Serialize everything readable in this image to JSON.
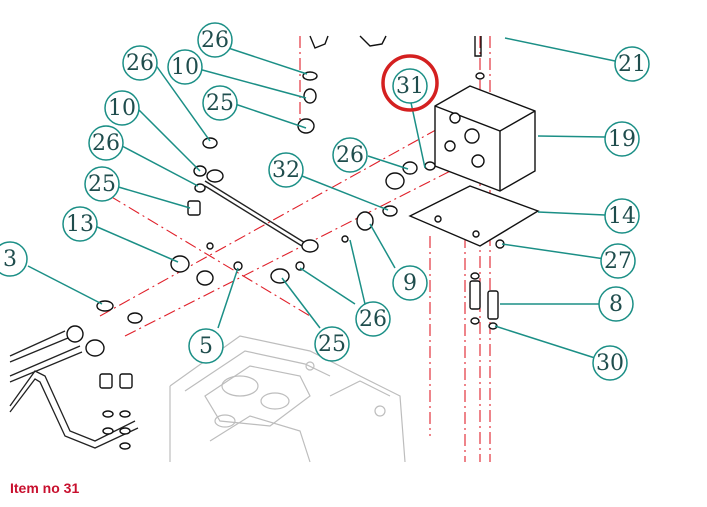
{
  "caption": "Item no 31",
  "highlight_color": "#d42020",
  "leader_color": "#1b8f86",
  "centerline_color": "#e0202a",
  "callouts": [
    {
      "id": "c-26-top",
      "label": "26"
    },
    {
      "id": "c-26-a",
      "label": "26"
    },
    {
      "id": "c-10-a",
      "label": "10"
    },
    {
      "id": "c-10-b",
      "label": "10"
    },
    {
      "id": "c-25-a",
      "label": "25"
    },
    {
      "id": "c-26-b",
      "label": "26"
    },
    {
      "id": "c-25-b",
      "label": "25"
    },
    {
      "id": "c-13",
      "label": "13"
    },
    {
      "id": "c-3",
      "label": "3"
    },
    {
      "id": "c-31",
      "label": "31"
    },
    {
      "id": "c-21",
      "label": "21"
    },
    {
      "id": "c-19",
      "label": "19"
    },
    {
      "id": "c-26-c",
      "label": "26"
    },
    {
      "id": "c-32",
      "label": "32"
    },
    {
      "id": "c-14",
      "label": "14"
    },
    {
      "id": "c-27",
      "label": "27"
    },
    {
      "id": "c-9",
      "label": "9"
    },
    {
      "id": "c-8",
      "label": "8"
    },
    {
      "id": "c-5",
      "label": "5"
    },
    {
      "id": "c-26-d",
      "label": "26"
    },
    {
      "id": "c-25-c",
      "label": "25"
    },
    {
      "id": "c-30",
      "label": "30"
    }
  ]
}
